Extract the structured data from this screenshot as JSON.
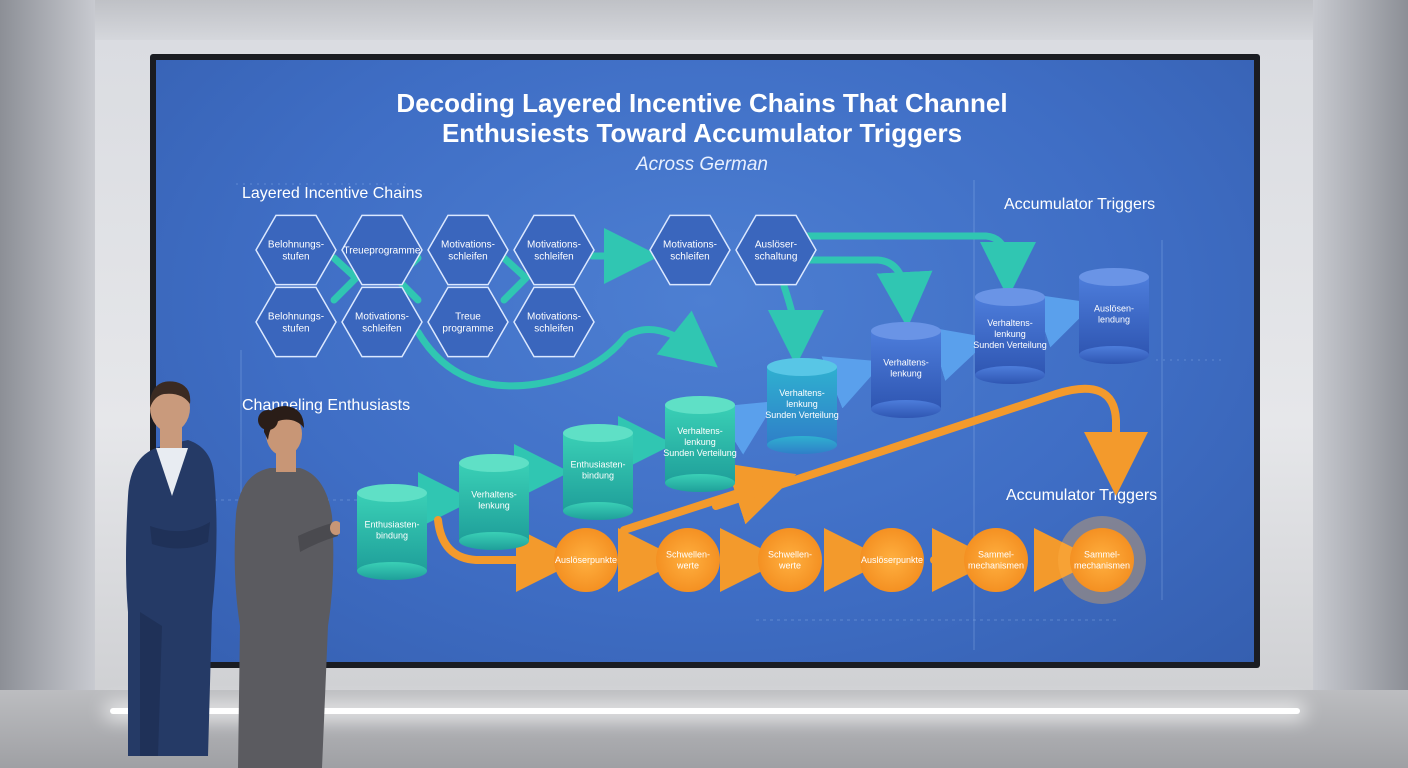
{
  "slide": {
    "title_line1": "Decoding Layered Incentive Chains That Channel",
    "title_line2": "Enthusiests Toward Accumulator Triggers",
    "subtitle": "Across German"
  },
  "sections": {
    "layered": "Layered Incentive Chains",
    "channeling": "Channeling Enthusiasts",
    "accum_top": "Accumulator Triggers",
    "accum_bottom": "Accumulator Triggers"
  },
  "hexagons": [
    {
      "l1": "Belohnungs-",
      "l2": "stufen"
    },
    {
      "l1": "Treueprogramme",
      "l2": ""
    },
    {
      "l1": "Motivations-",
      "l2": "schleifen"
    },
    {
      "l1": "Motivations-",
      "l2": "schleifen"
    },
    {
      "l1": "Motivations-",
      "l2": "schleifen"
    },
    {
      "l1": "Auslöser-",
      "l2": "schaltung"
    },
    {
      "l1": "Belohnungs-",
      "l2": "stufen"
    },
    {
      "l1": "Motivations-",
      "l2": "schleifen"
    },
    {
      "l1": "Treue",
      "l2": "programme"
    },
    {
      "l1": "Motivations-",
      "l2": "schleifen"
    }
  ],
  "cylinders": [
    {
      "l1": "Enthusiasten-",
      "l2": "bindung",
      "l3": ""
    },
    {
      "l1": "Verhaltens-",
      "l2": "lenkung",
      "l3": ""
    },
    {
      "l1": "Enthusiasten-",
      "l2": "bindung",
      "l3": ""
    },
    {
      "l1": "Verhaltens-",
      "l2": "lenkung",
      "l3": "Sunden Verteilung"
    },
    {
      "l1": "Verhaltens-",
      "l2": "lenkung",
      "l3": "Sunden Verteilung"
    },
    {
      "l1": "Verhaltens-",
      "l2": "lenkung",
      "l3": ""
    },
    {
      "l1": "Verhaltens-",
      "l2": "lenkung",
      "l3": "Sunden Verteilung"
    },
    {
      "l1": "Auslösen-",
      "l2": "lendung",
      "l3": ""
    }
  ],
  "circles": [
    {
      "l1": "Auslöserpunkte",
      "l2": ""
    },
    {
      "l1": "Schwellen-",
      "l2": "werte"
    },
    {
      "l1": "Schwellen-",
      "l2": "werte"
    },
    {
      "l1": "Auslöserpunkte",
      "l2": ""
    },
    {
      "l1": "Sammel-",
      "l2": "mechanismen"
    },
    {
      "l1": "Sammel-",
      "l2": "mechanismen"
    }
  ],
  "colors": {
    "screen_blue": "#3f6ec5",
    "teal": "#2ec4b0",
    "orange": "#f39a2c",
    "blue_cylinder": "#3b64c2"
  }
}
